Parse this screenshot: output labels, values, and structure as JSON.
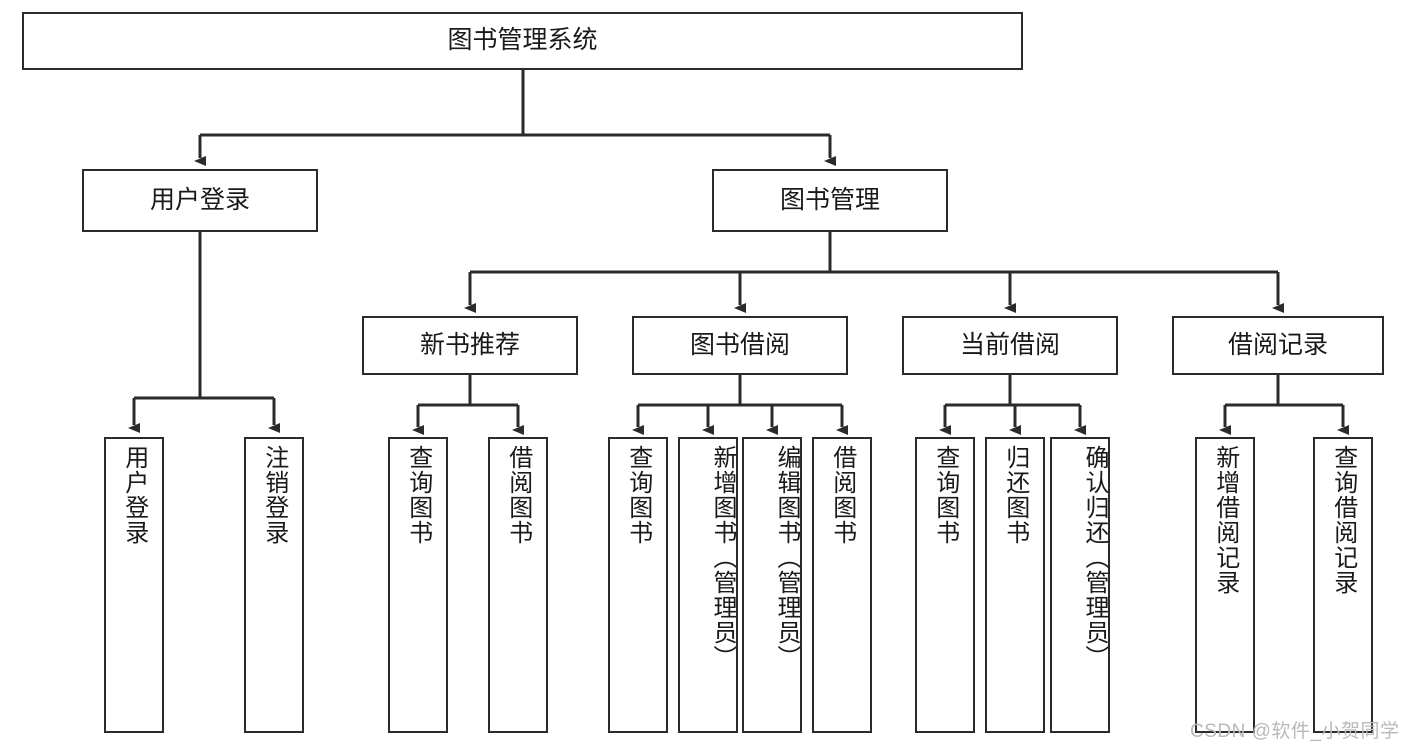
{
  "diagram": {
    "type": "tree-hierarchy",
    "title": "图书管理系统",
    "watermark": "CSDN @软件_小贺同学",
    "colors": {
      "stroke": "#2b2b2b",
      "fill": "#ffffff",
      "text": "#1a1a1a",
      "watermark": "#b9b9b9"
    },
    "root": {
      "label": "图书管理系统"
    },
    "level2": [
      {
        "id": "user-login",
        "label": "用户登录"
      },
      {
        "id": "book-manage",
        "label": "图书管理"
      }
    ],
    "level3": [
      {
        "id": "new-book-recommend",
        "label": "新书推荐"
      },
      {
        "id": "book-borrow",
        "label": "图书借阅"
      },
      {
        "id": "current-borrow",
        "label": "当前借阅"
      },
      {
        "id": "borrow-record",
        "label": "借阅记录"
      }
    ],
    "leaves": {
      "user_login": [
        {
          "id": "leaf-user-login",
          "label": "用户登录"
        },
        {
          "id": "leaf-logout-login",
          "label": "注销登录"
        }
      ],
      "new_book_recommend": [
        {
          "id": "leaf-query-book-1",
          "label": "查询图书"
        },
        {
          "id": "leaf-borrow-book-1",
          "label": "借阅图书"
        }
      ],
      "book_borrow": [
        {
          "id": "leaf-query-book-2",
          "label": "查询图书"
        },
        {
          "id": "leaf-add-book",
          "label": "新增图书（管理员）"
        },
        {
          "id": "leaf-edit-book",
          "label": "编辑图书（管理员）"
        },
        {
          "id": "leaf-borrow-book-2",
          "label": "借阅图书"
        }
      ],
      "current_borrow": [
        {
          "id": "leaf-query-book-3",
          "label": "查询图书"
        },
        {
          "id": "leaf-return-book",
          "label": "归还图书"
        },
        {
          "id": "leaf-confirm-return",
          "label": "确认归还（管理员）"
        }
      ],
      "borrow_record": [
        {
          "id": "leaf-add-record",
          "label": "新增借阅记录"
        },
        {
          "id": "leaf-query-record",
          "label": "查询借阅记录"
        }
      ]
    }
  }
}
